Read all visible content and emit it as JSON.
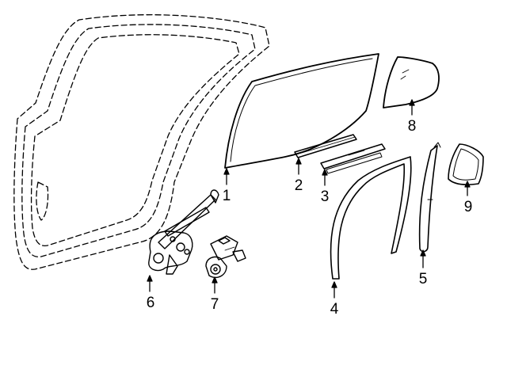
{
  "diagram": {
    "callouts": [
      {
        "id": "1",
        "label": "1"
      },
      {
        "id": "2",
        "label": "2"
      },
      {
        "id": "3",
        "label": "3"
      },
      {
        "id": "4",
        "label": "4"
      },
      {
        "id": "5",
        "label": "5"
      },
      {
        "id": "6",
        "label": "6"
      },
      {
        "id": "7",
        "label": "7"
      },
      {
        "id": "8",
        "label": "8"
      },
      {
        "id": "9",
        "label": "9"
      }
    ],
    "colors": {
      "line": "#000000",
      "background": "#ffffff"
    }
  }
}
